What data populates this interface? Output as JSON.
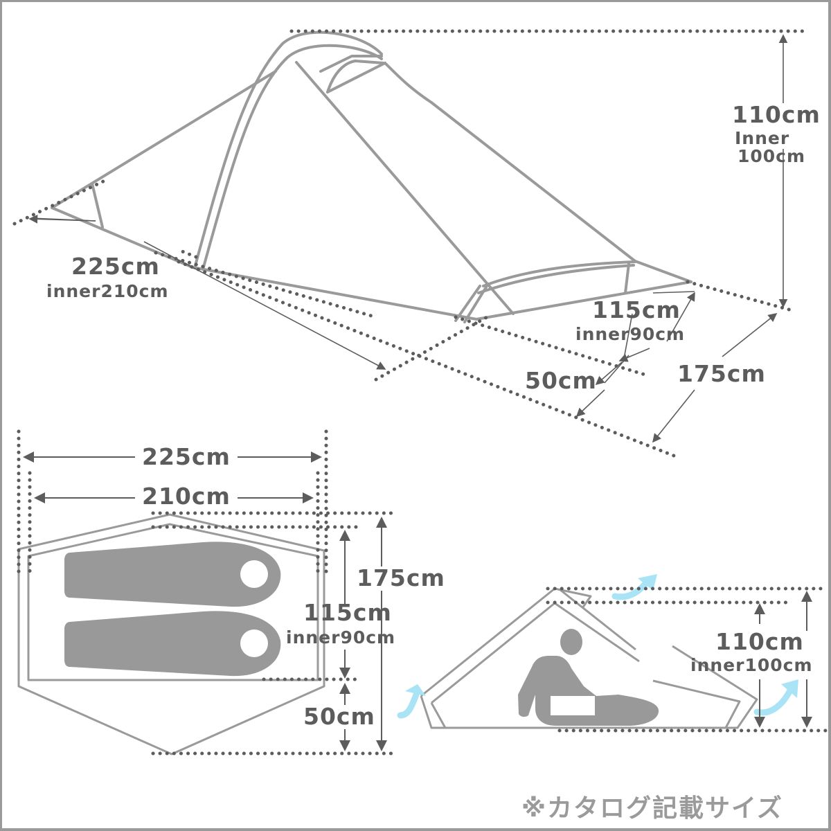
{
  "title": "Tent dimension diagram",
  "colors": {
    "text": "#5c5c5c",
    "tent_line": "#9a9a9a",
    "dots": "#5c5c5c",
    "silhouette": "#999999",
    "airflow_arrow": "#a8e4f5",
    "frame_border": "#9a9a9a"
  },
  "perspective_view": {
    "length_outer": "225cm",
    "length_inner": "inner210cm",
    "height_outer": "110cm",
    "height_inner_label": "Inner",
    "height_inner_value": "100cm",
    "width_body": "115cm",
    "width_inner": "inner90cm",
    "vestibule": "50cm",
    "total_width": "175cm"
  },
  "top_view": {
    "length_outer": "225cm",
    "length_inner": "210cm",
    "total_width": "175cm",
    "body_width": "115cm",
    "body_inner": "inner90cm",
    "vestibule": "50cm",
    "sleeping_bags": 2
  },
  "side_view": {
    "height_outer": "110cm",
    "height_inner": "inner100cm",
    "airflow_arrows": 3,
    "figure": "seated-person-icon"
  },
  "footnote": "※カタログ記載サイズ"
}
